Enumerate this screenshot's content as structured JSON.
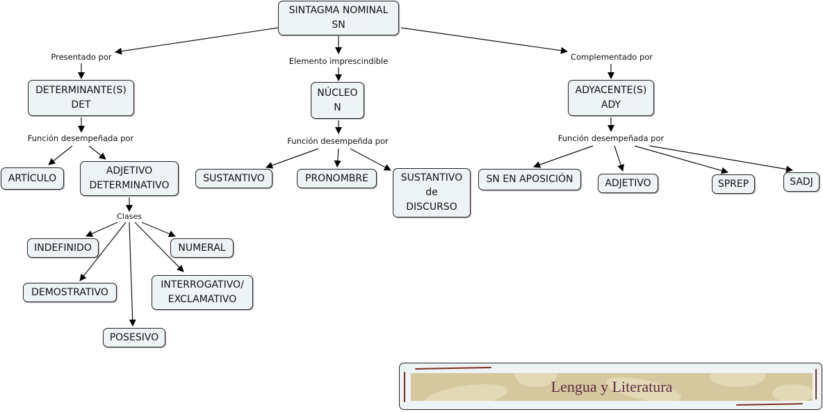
{
  "nodes": {
    "root": [
      "SINTAGMA NOMINAL",
      "SN"
    ],
    "det": [
      "DETERMINANTE(S)",
      "DET"
    ],
    "nucleo": [
      "NÚCLEO",
      "N"
    ],
    "ady": [
      "ADYACENTE(S)",
      "ADY"
    ],
    "articulo": [
      "ARTÍCULO"
    ],
    "adjdet": [
      "ADJETIVO",
      "DETERMINATIVO"
    ],
    "indefinido": [
      "INDEFINIDO"
    ],
    "numeral": [
      "NUMERAL"
    ],
    "demostrativo": [
      "DEMOSTRATIVO"
    ],
    "interrogativo": [
      "INTERROGATIVO/",
      "EXCLAMATIVO"
    ],
    "posesivo": [
      "POSESIVO"
    ],
    "sustantivo": [
      "SUSTANTIVO"
    ],
    "pronombre": [
      "PRONOMBRE"
    ],
    "sustdiscurso": [
      "SUSTANTIVO",
      "de",
      "DISCURSO"
    ],
    "snaposicion": [
      "SN EN APOSICIÓN"
    ],
    "adjetivo": [
      "ADJETIVO"
    ],
    "sprep": [
      "SPREP"
    ],
    "sadj": [
      "SADJ"
    ]
  },
  "labels": {
    "presentado": "Presentado por",
    "elemento": "Elemento imprescindible",
    "complementado": "Complementado por",
    "funcion_det": "Función desempeñada por",
    "funcion_nucleo": "Función desempeñda por",
    "funcion_ady": "Función desempeñada por",
    "clases": "Clases"
  },
  "banner": {
    "title": "Lengua y Literatura"
  }
}
